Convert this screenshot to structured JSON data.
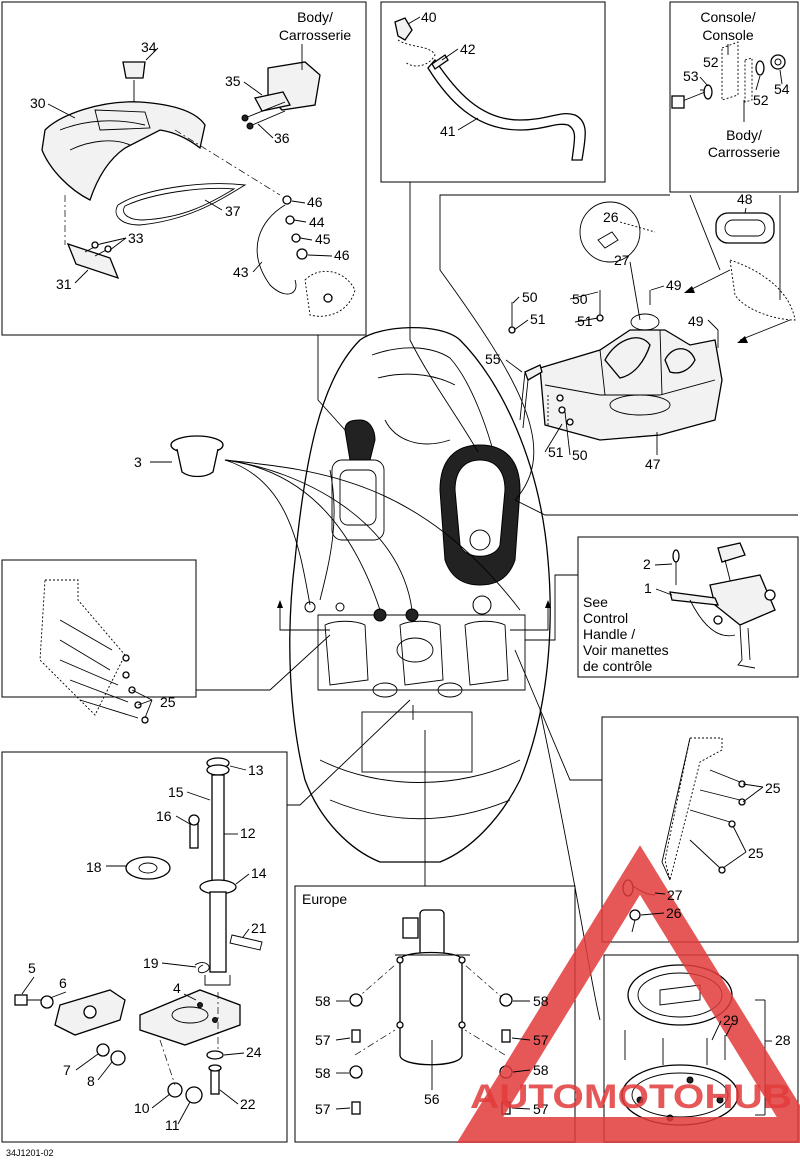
{
  "diagram": {
    "code": "34J1201-02",
    "texts": {
      "body": "Body/\nCarrosserie",
      "console": "Console/\nConsole",
      "europe": "Europe",
      "see_control": "See\nControl\nHandle /\nVoir manettes\nde contrôle"
    },
    "callouts": {
      "p1": "1",
      "p2": "2",
      "p3": "3",
      "p4": "4",
      "p5": "5",
      "p6": "6",
      "p7": "7",
      "p8": "8",
      "p10": "10",
      "p11": "11",
      "p12": "12",
      "p13": "13",
      "p14": "14",
      "p15": "15",
      "p16": "16",
      "p18": "18",
      "p19": "19",
      "p21": "21",
      "p22": "22",
      "p24": "24",
      "p25": "25",
      "p26": "26",
      "p27": "27",
      "p28": "28",
      "p29": "29",
      "p30": "30",
      "p31": "31",
      "p33": "33",
      "p34": "34",
      "p35": "35",
      "p36": "36",
      "p37": "37",
      "p40": "40",
      "p41": "41",
      "p42": "42",
      "p43": "43",
      "p44": "44",
      "p45": "45",
      "p46": "46",
      "p47": "47",
      "p48": "48",
      "p49": "49",
      "p50": "50",
      "p51": "51",
      "p52": "52",
      "p53": "53",
      "p54": "54",
      "p55": "55",
      "p56": "56",
      "p57": "57",
      "p58": "58"
    },
    "watermark": {
      "text": "AUTOMOTOHUB",
      "color": "#e23b3b"
    }
  }
}
